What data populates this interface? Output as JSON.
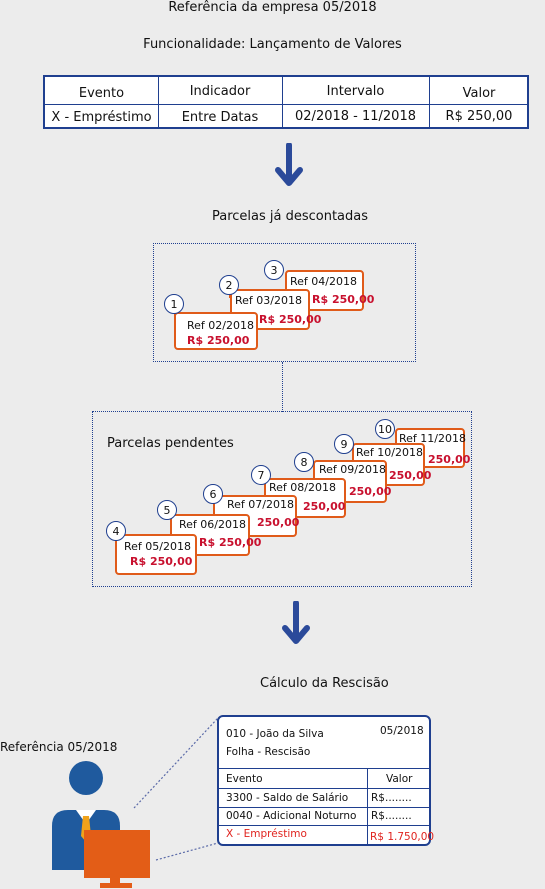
{
  "header": {
    "reference": "Referência da empresa 05/2018",
    "functionality": "Funcionalidade: Lançamento de Valores"
  },
  "launch_table": {
    "columns": [
      "Evento",
      "Indicador",
      "Intervalo",
      "Valor"
    ],
    "row": [
      "X - Empréstimo",
      "Entre Datas",
      "02/2018 - 11/2018",
      "R$ 250,00"
    ]
  },
  "discounted": {
    "title": "Parcelas já descontadas",
    "items": [
      {
        "num": "1",
        "ref": "Ref 02/2018",
        "value": "R$ 250,00"
      },
      {
        "num": "2",
        "ref": "Ref 03/2018",
        "value": "R$ 250,00"
      },
      {
        "num": "3",
        "ref": "Ref 04/2018",
        "value": "R$ 250,00"
      }
    ]
  },
  "pending": {
    "title": "Parcelas pendentes",
    "items": [
      {
        "num": "4",
        "ref": "Ref 05/2018",
        "value": "R$ 250,00"
      },
      {
        "num": "5",
        "ref": "Ref 06/2018",
        "value": "R$ 250,00"
      },
      {
        "num": "6",
        "ref": "Ref 07/2018",
        "value": "250,00"
      },
      {
        "num": "7",
        "ref": "Ref 08/2018",
        "value": "250,00"
      },
      {
        "num": "8",
        "ref": "Ref 09/2018",
        "value": "250,00"
      },
      {
        "num": "9",
        "ref": "Ref 10/2018",
        "value": "250,00"
      },
      {
        "num": "10",
        "ref": "Ref 11/2018",
        "value": "250,00"
      }
    ]
  },
  "calc": {
    "title": "Cálculo da Rescisão",
    "reference": "Referência 05/2018",
    "employee": "010 - João da Silva",
    "period": "05/2018",
    "payroll": "Folha - Rescisão",
    "col_event": "Evento",
    "col_value": "Valor",
    "rows": [
      {
        "event": "3300 - Saldo de Salário",
        "value": "R$........"
      },
      {
        "event": "0040 - Adicional Noturno",
        "value": "R$........"
      },
      {
        "event": "X - Empréstimo",
        "value": "R$ 1.750,00"
      }
    ]
  },
  "colors": {
    "accent_blue": "#1f3f8f",
    "accent_orange": "#e05b1a",
    "alert_red": "#e0231e"
  },
  "icons": [
    "down-arrow-icon",
    "user-at-computer-icon"
  ]
}
